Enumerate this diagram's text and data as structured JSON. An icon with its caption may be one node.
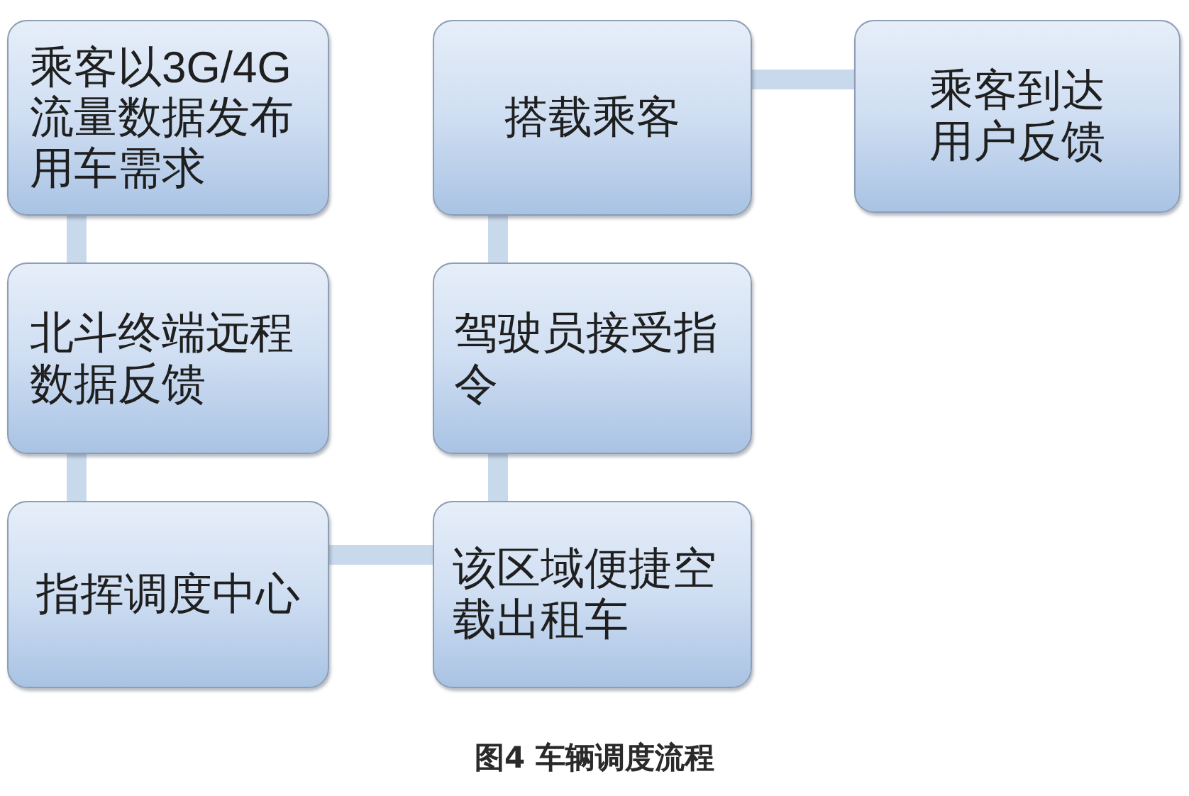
{
  "diagram": {
    "caption": "图4 车辆调度流程",
    "nodes": [
      {
        "text": [
          "乘客以3G/4G流量数据发布用车需求"
        ]
      },
      {
        "text": [
          "北斗终端远程数据反馈"
        ]
      },
      {
        "text": [
          "指挥调度中心"
        ]
      },
      {
        "text": [
          "该区域便捷空载出租车"
        ]
      },
      {
        "text": [
          "驾驶员接受指令"
        ]
      },
      {
        "text": [
          "搭载乘客"
        ]
      },
      {
        "text": [
          "乘客到达用户反馈"
        ]
      }
    ],
    "edges": [
      {
        "from": 0,
        "to": 1,
        "arrow": "none"
      },
      {
        "from": 1,
        "to": 2,
        "arrow": "none"
      },
      {
        "from": 2,
        "to": 3,
        "arrow": "none"
      },
      {
        "from": 3,
        "to": 4,
        "arrow": "none"
      },
      {
        "from": 4,
        "to": 5,
        "arrow": "none"
      },
      {
        "from": 5,
        "to": 6,
        "arrow": "none"
      }
    ]
  }
}
